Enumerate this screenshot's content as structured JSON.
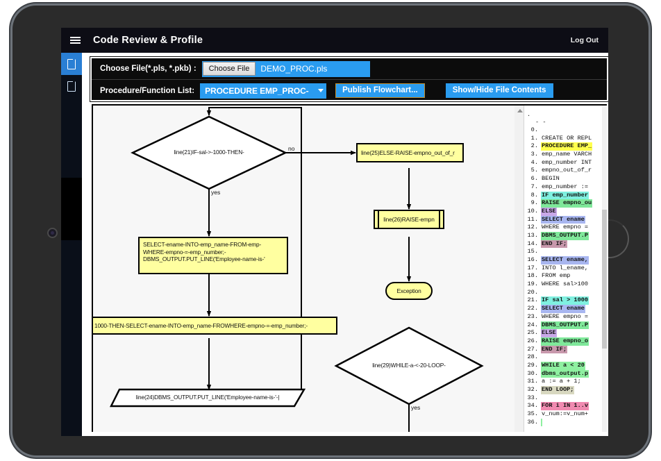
{
  "app": {
    "title": "Code Review & Profile",
    "logout_label": "Log Out",
    "menu_icon": "hamburger-icon"
  },
  "sidebar": {
    "items": [
      {
        "icon": "document-icon",
        "active": true
      },
      {
        "icon": "document-icon",
        "active": false
      }
    ]
  },
  "toolbar": {
    "file_row": {
      "label": "Choose File(*.pls, *.pkb) :",
      "button_label": "Choose File",
      "file_name": "DEMO_PROC.pls"
    },
    "proc_row": {
      "label": "Procedure/Function List:",
      "selected_option": "PROCEDURE EMP_PROC-",
      "options": [
        "PROCEDURE EMP_PROC-"
      ],
      "publish_label": "Publish Flowchart...",
      "showhide_label": "Show/Hide File Contents"
    }
  },
  "flowchart": {
    "nodes": {
      "if_decision": "line(21)IF-sal->-1000-THEN-",
      "else_raise": "line(25)ELSE-RAISE-empno_out_of_r",
      "raise_empn": "line(26)RAISE-empn",
      "exception": "Exception",
      "select_box_l1": "SELECT-ename-INTO-emp_name-FROM-emp-",
      "select_box_l2": "WHERE-empno-=-emp_number;-",
      "select_box_l3": "DBMS_OUTPUT.PUT_LINE('Employee-name-is-'",
      "wide_box": "1000-THEN-SELECT-ename-INTO-emp_name-FROWHERE-empno-=-emp_number;-",
      "output_parallelogram": "line(24)DBMS_OUTPUT.PUT_LINE('Employee-name-is-'-|",
      "while_decision": "line(29)WHILE-a-<-20-LOOP-"
    },
    "edge_labels": {
      "if_no": "no",
      "if_yes": "yes",
      "while_yes": "yes"
    },
    "colors": {
      "node_fill": "#ffffa0",
      "node_stroke": "#000000",
      "canvas_bg": "#f7f7f7"
    }
  },
  "code_panel": {
    "top_marker": ".",
    "dots": "- -",
    "lines": [
      {
        "n": "0.",
        "text": "",
        "hl": "none"
      },
      {
        "n": "1.",
        "text": "CREATE OR REPL",
        "hl": "none"
      },
      {
        "n": "2.",
        "text": "PROCEDURE EMP_",
        "hl": "yellow"
      },
      {
        "n": "3.",
        "text": "emp_name VARCH",
        "hl": "none"
      },
      {
        "n": "4.",
        "text": "emp_number INT",
        "hl": "none"
      },
      {
        "n": "5.",
        "text": "empno_out_of_r",
        "hl": "none"
      },
      {
        "n": "6.",
        "text": "BEGIN",
        "hl": "none"
      },
      {
        "n": "7.",
        "text": "emp_number :=",
        "hl": "none"
      },
      {
        "n": "8.",
        "text": "IF emp_number",
        "hl": "cyan"
      },
      {
        "n": "9.",
        "text": "RAISE empno_ou",
        "hl": "green"
      },
      {
        "n": "10.",
        "text": "ELSE",
        "hl": "purple"
      },
      {
        "n": "11.",
        "text": "SELECT ename",
        "hl": "blue"
      },
      {
        "n": "12.",
        "text": "WHERE empno =",
        "hl": "none"
      },
      {
        "n": "13.",
        "text": "DBMS_OUTPUT.P",
        "hl": "green"
      },
      {
        "n": "14.",
        "text": "END IF;",
        "hl": "mauve"
      },
      {
        "n": "15.",
        "text": "",
        "hl": "none"
      },
      {
        "n": "16.",
        "text": "SELECT ename,",
        "hl": "blue"
      },
      {
        "n": "17.",
        "text": "INTO l_ename,",
        "hl": "none"
      },
      {
        "n": "18.",
        "text": "FROM emp",
        "hl": "none"
      },
      {
        "n": "19.",
        "text": "WHERE sal>100",
        "hl": "none"
      },
      {
        "n": "20.",
        "text": "",
        "hl": "none"
      },
      {
        "n": "21.",
        "text": "IF sal > 1000",
        "hl": "cyan"
      },
      {
        "n": "22.",
        "text": "SELECT ename",
        "hl": "blue"
      },
      {
        "n": "23.",
        "text": "WHERE empno =",
        "hl": "none"
      },
      {
        "n": "24.",
        "text": "DBMS_OUTPUT.P",
        "hl": "green"
      },
      {
        "n": "25.",
        "text": "ELSE",
        "hl": "purple"
      },
      {
        "n": "26.",
        "text": "RAISE empno_o",
        "hl": "green"
      },
      {
        "n": "27.",
        "text": "END IF;",
        "hl": "mauve"
      },
      {
        "n": "28.",
        "text": "",
        "hl": "none"
      },
      {
        "n": "29.",
        "text": "WHILE a < 20",
        "hl": "lightgreen"
      },
      {
        "n": "30.",
        "text": "dbms_output.p",
        "hl": "lightgreen"
      },
      {
        "n": "31.",
        "text": "a := a + 1;",
        "hl": "none"
      },
      {
        "n": "32.",
        "text": "END LOOP;",
        "hl": "khaki"
      },
      {
        "n": "33.",
        "text": "",
        "hl": "none"
      },
      {
        "n": "34.",
        "text": "FOR i IN 1..v",
        "hl": "pink"
      },
      {
        "n": "35.",
        "text": "v_num:=v_num+",
        "hl": "none"
      },
      {
        "n": "36.",
        "text": "",
        "hl": "lightgreen"
      }
    ],
    "highlight_colors": {
      "yellow": "#ffff4d",
      "cyan": "#7ff0e0",
      "green": "#7fe89a",
      "purple": "#c9a8e8",
      "blue": "#a8b6f0",
      "mauve": "#c898ac",
      "lightgreen": "#8ef0a0",
      "khaki": "#d8d8c0",
      "pink": "#f08ab0"
    }
  }
}
